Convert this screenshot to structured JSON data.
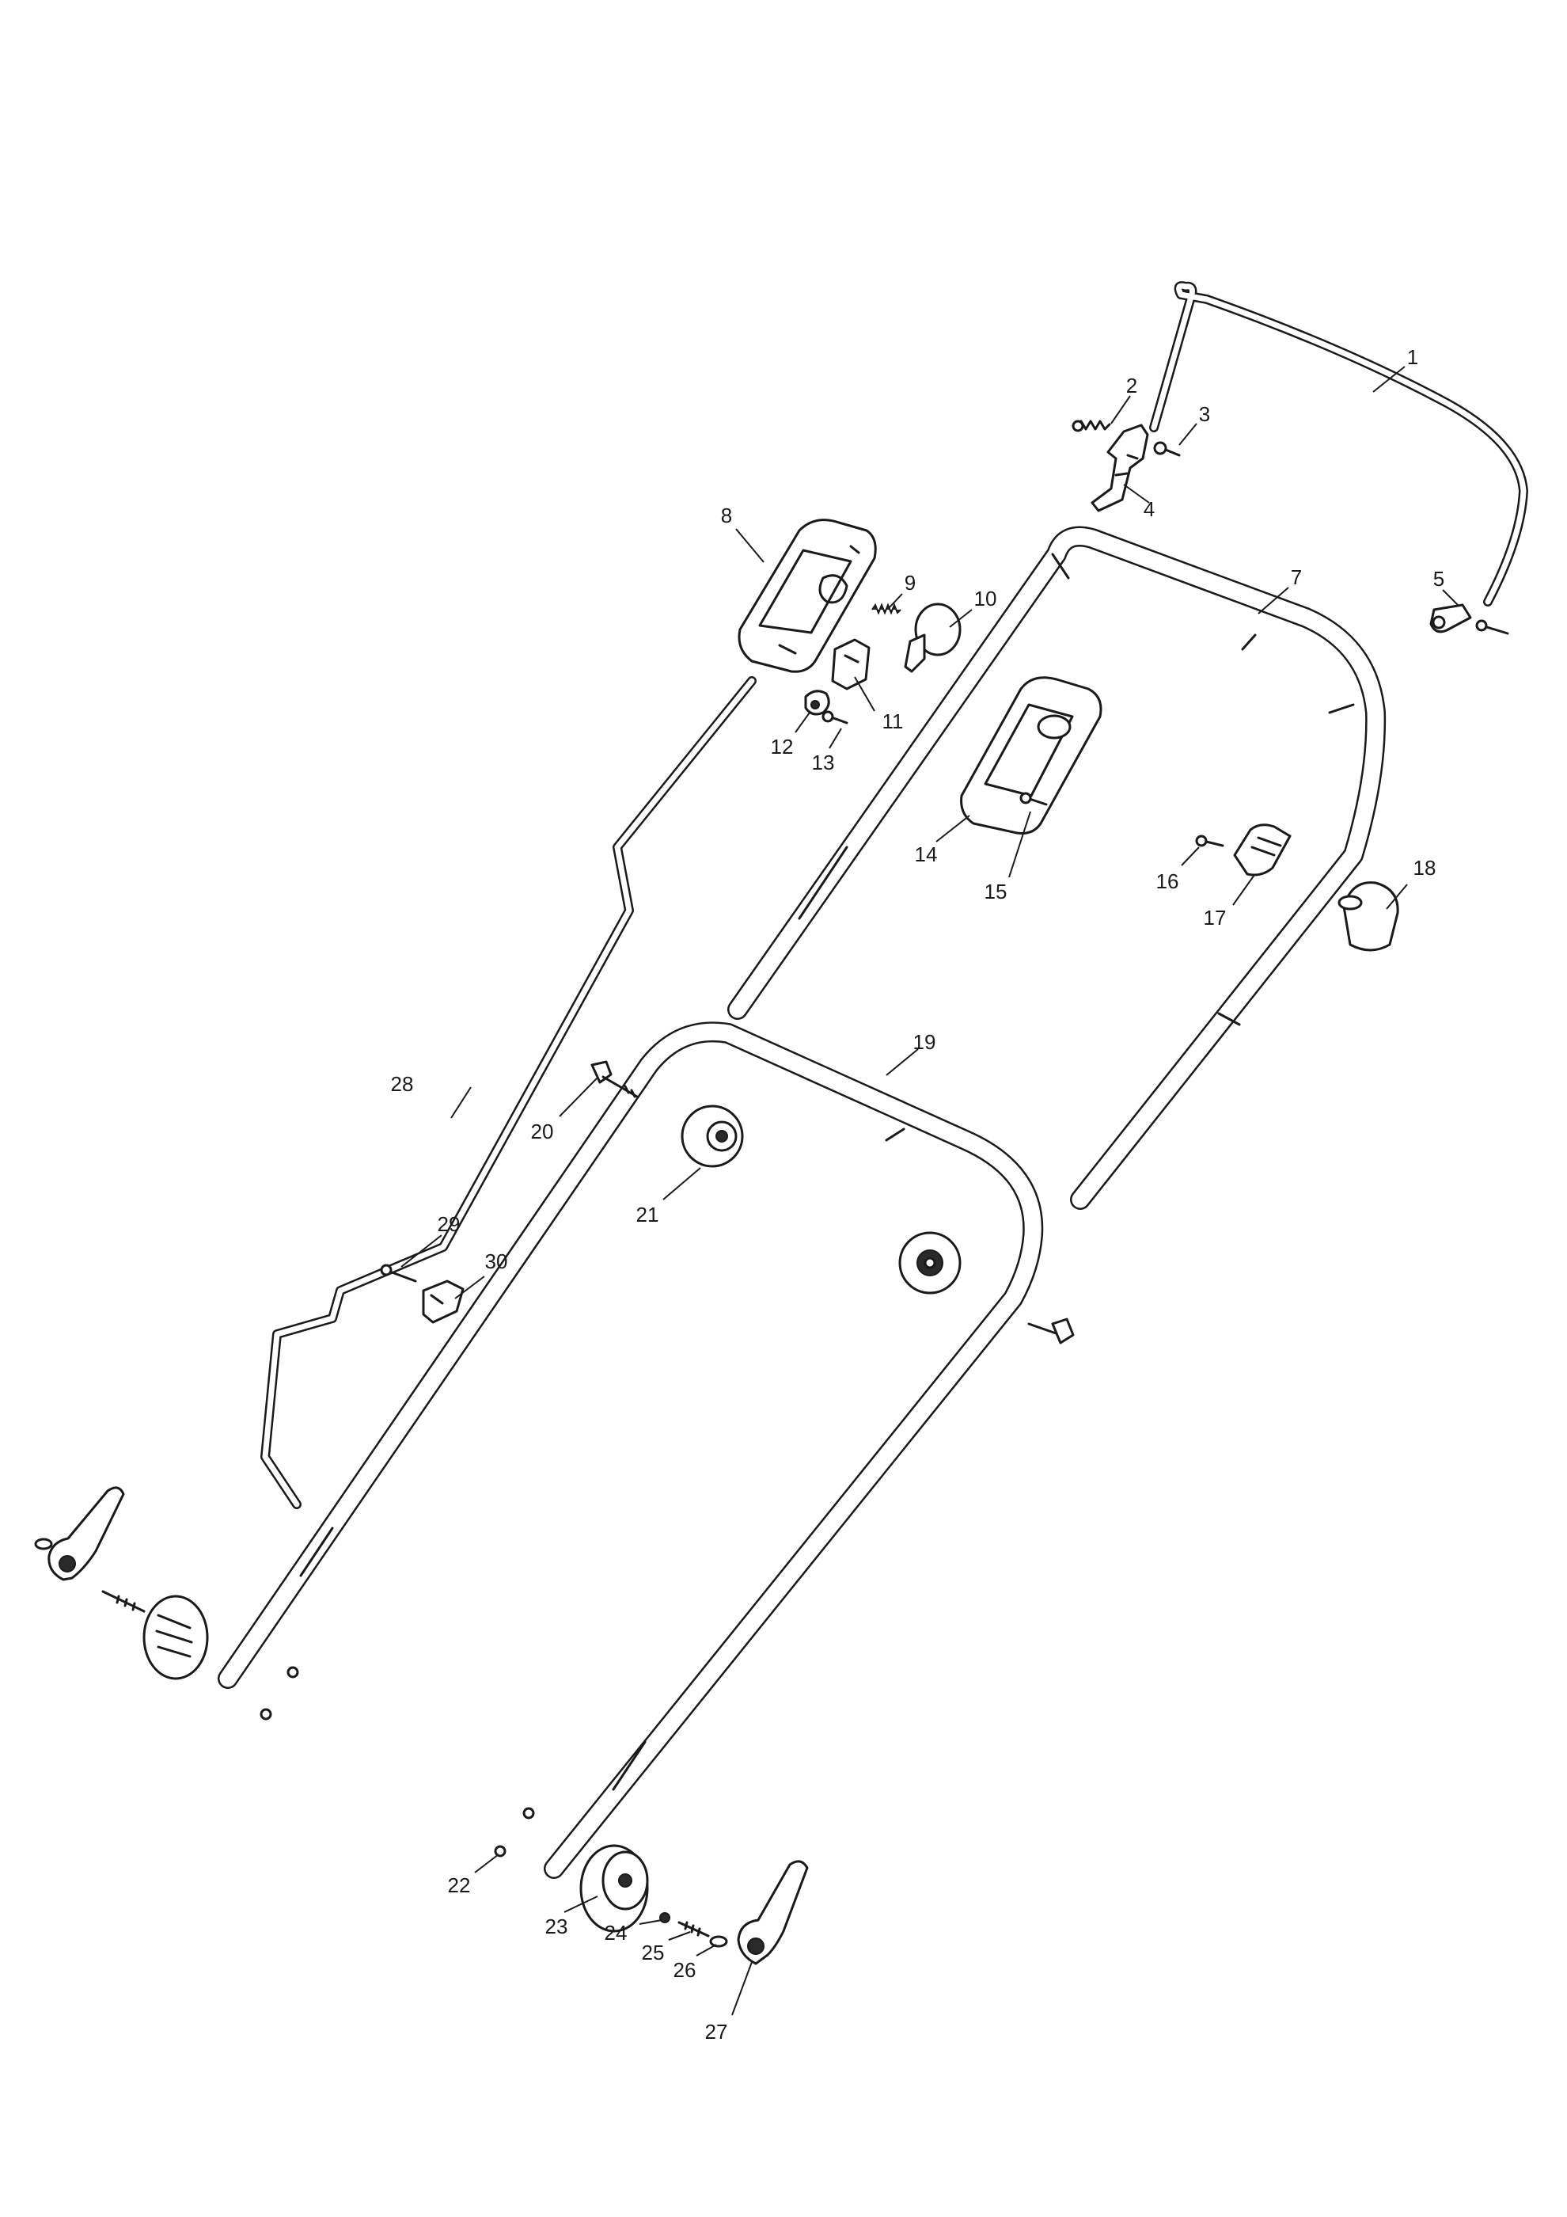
{
  "callouts": [
    {
      "id": "1",
      "label": "1"
    },
    {
      "id": "2",
      "label": "2"
    },
    {
      "id": "3",
      "label": "3"
    },
    {
      "id": "4",
      "label": "4"
    },
    {
      "id": "5",
      "label": "5"
    },
    {
      "id": "7",
      "label": "7"
    },
    {
      "id": "8",
      "label": "8"
    },
    {
      "id": "9",
      "label": "9"
    },
    {
      "id": "10",
      "label": "10"
    },
    {
      "id": "11",
      "label": "11"
    },
    {
      "id": "12",
      "label": "12"
    },
    {
      "id": "13",
      "label": "13"
    },
    {
      "id": "14",
      "label": "14"
    },
    {
      "id": "15",
      "label": "15"
    },
    {
      "id": "16",
      "label": "16"
    },
    {
      "id": "17",
      "label": "17"
    },
    {
      "id": "18",
      "label": "18"
    },
    {
      "id": "19",
      "label": "19"
    },
    {
      "id": "20",
      "label": "20"
    },
    {
      "id": "21",
      "label": "21"
    },
    {
      "id": "22",
      "label": "22"
    },
    {
      "id": "23",
      "label": "23"
    },
    {
      "id": "24",
      "label": "24"
    },
    {
      "id": "25",
      "label": "25"
    },
    {
      "id": "26",
      "label": "26"
    },
    {
      "id": "27",
      "label": "27"
    },
    {
      "id": "28",
      "label": "28"
    },
    {
      "id": "29",
      "label": "29"
    },
    {
      "id": "30",
      "label": "30"
    }
  ]
}
